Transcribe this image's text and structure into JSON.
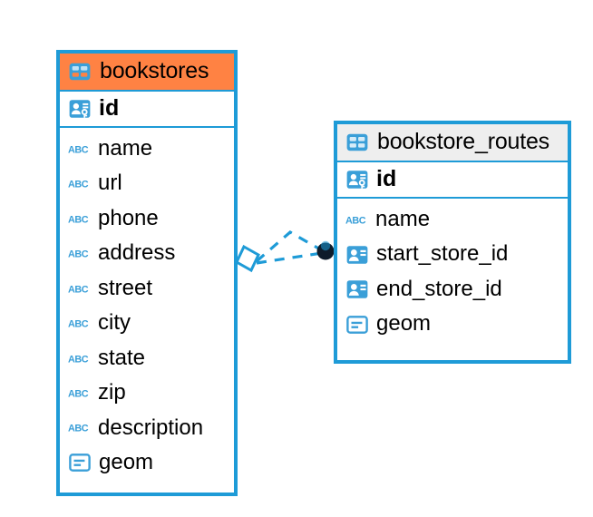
{
  "diagram": {
    "type": "entity-relationship-diagram",
    "background": "#ffffff",
    "accent_blue": "#1e9bd7",
    "selected_header_color": "#ff8243",
    "plain_header_color": "#eeeeee",
    "relationship_line_color": "#1e9bd7",
    "relationship_endpoint_color": "#0d1b2a"
  },
  "entities": [
    {
      "name": "bookstores",
      "icon": "table-icon",
      "selected": true,
      "primary_key": {
        "name": "id",
        "icon": "primary-key-icon",
        "type": "key"
      },
      "fields": [
        {
          "name": "name",
          "icon": "abc-text-icon",
          "type": "text"
        },
        {
          "name": "url",
          "icon": "abc-text-icon",
          "type": "text"
        },
        {
          "name": "phone",
          "icon": "abc-text-icon",
          "type": "text"
        },
        {
          "name": "address",
          "icon": "abc-text-icon",
          "type": "text"
        },
        {
          "name": "street",
          "icon": "abc-text-icon",
          "type": "text"
        },
        {
          "name": "city",
          "icon": "abc-text-icon",
          "type": "text"
        },
        {
          "name": "state",
          "icon": "abc-text-icon",
          "type": "text"
        },
        {
          "name": "zip",
          "icon": "abc-text-icon",
          "type": "text"
        },
        {
          "name": "description",
          "icon": "abc-text-icon",
          "type": "text"
        },
        {
          "name": "geom",
          "icon": "geometry-icon",
          "type": "geometry"
        }
      ]
    },
    {
      "name": "bookstore_routes",
      "icon": "table-icon",
      "selected": false,
      "primary_key": {
        "name": "id",
        "icon": "primary-key-icon",
        "type": "key"
      },
      "fields": [
        {
          "name": "name",
          "icon": "abc-text-icon",
          "type": "text"
        },
        {
          "name": "start_store_id",
          "icon": "foreign-key-icon",
          "type": "reference"
        },
        {
          "name": "end_store_id",
          "icon": "foreign-key-icon",
          "type": "reference"
        },
        {
          "name": "geom",
          "icon": "geometry-icon",
          "type": "geometry"
        }
      ]
    }
  ],
  "relationships": [
    {
      "from_entity": "bookstore_routes",
      "from_field": "start_store_id",
      "to_entity": "bookstores",
      "to_field": "id",
      "line_style": "dashed"
    },
    {
      "from_entity": "bookstore_routes",
      "from_field": "end_store_id",
      "to_entity": "bookstores",
      "to_field": "id",
      "line_style": "dashed"
    }
  ]
}
